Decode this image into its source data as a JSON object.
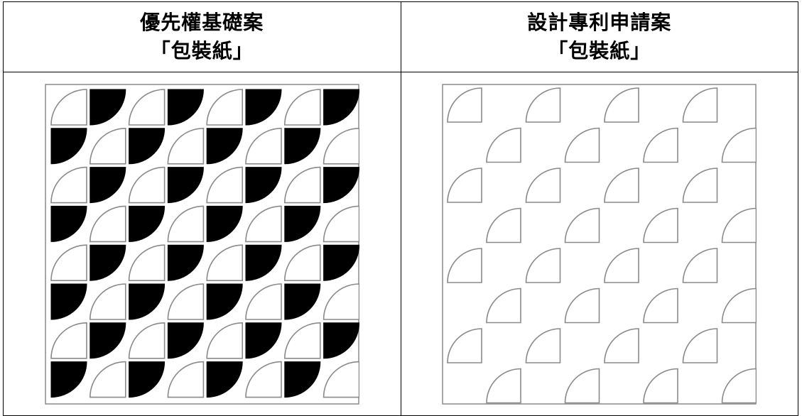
{
  "columns": [
    {
      "heading_line1": "優先權基礎案",
      "heading_line2": "「包裝紙」",
      "pattern": "left-alternating-black-white-quarter-circles"
    },
    {
      "heading_line1": "設計專利申請案",
      "heading_line2": "「包裝紙」",
      "pattern": "right-outlined-quarter-circles-staggered"
    }
  ],
  "colors": {
    "ink": "#000000",
    "outline": "#8a8a8a",
    "fill_dark": "#000000",
    "paper": "#ffffff"
  }
}
